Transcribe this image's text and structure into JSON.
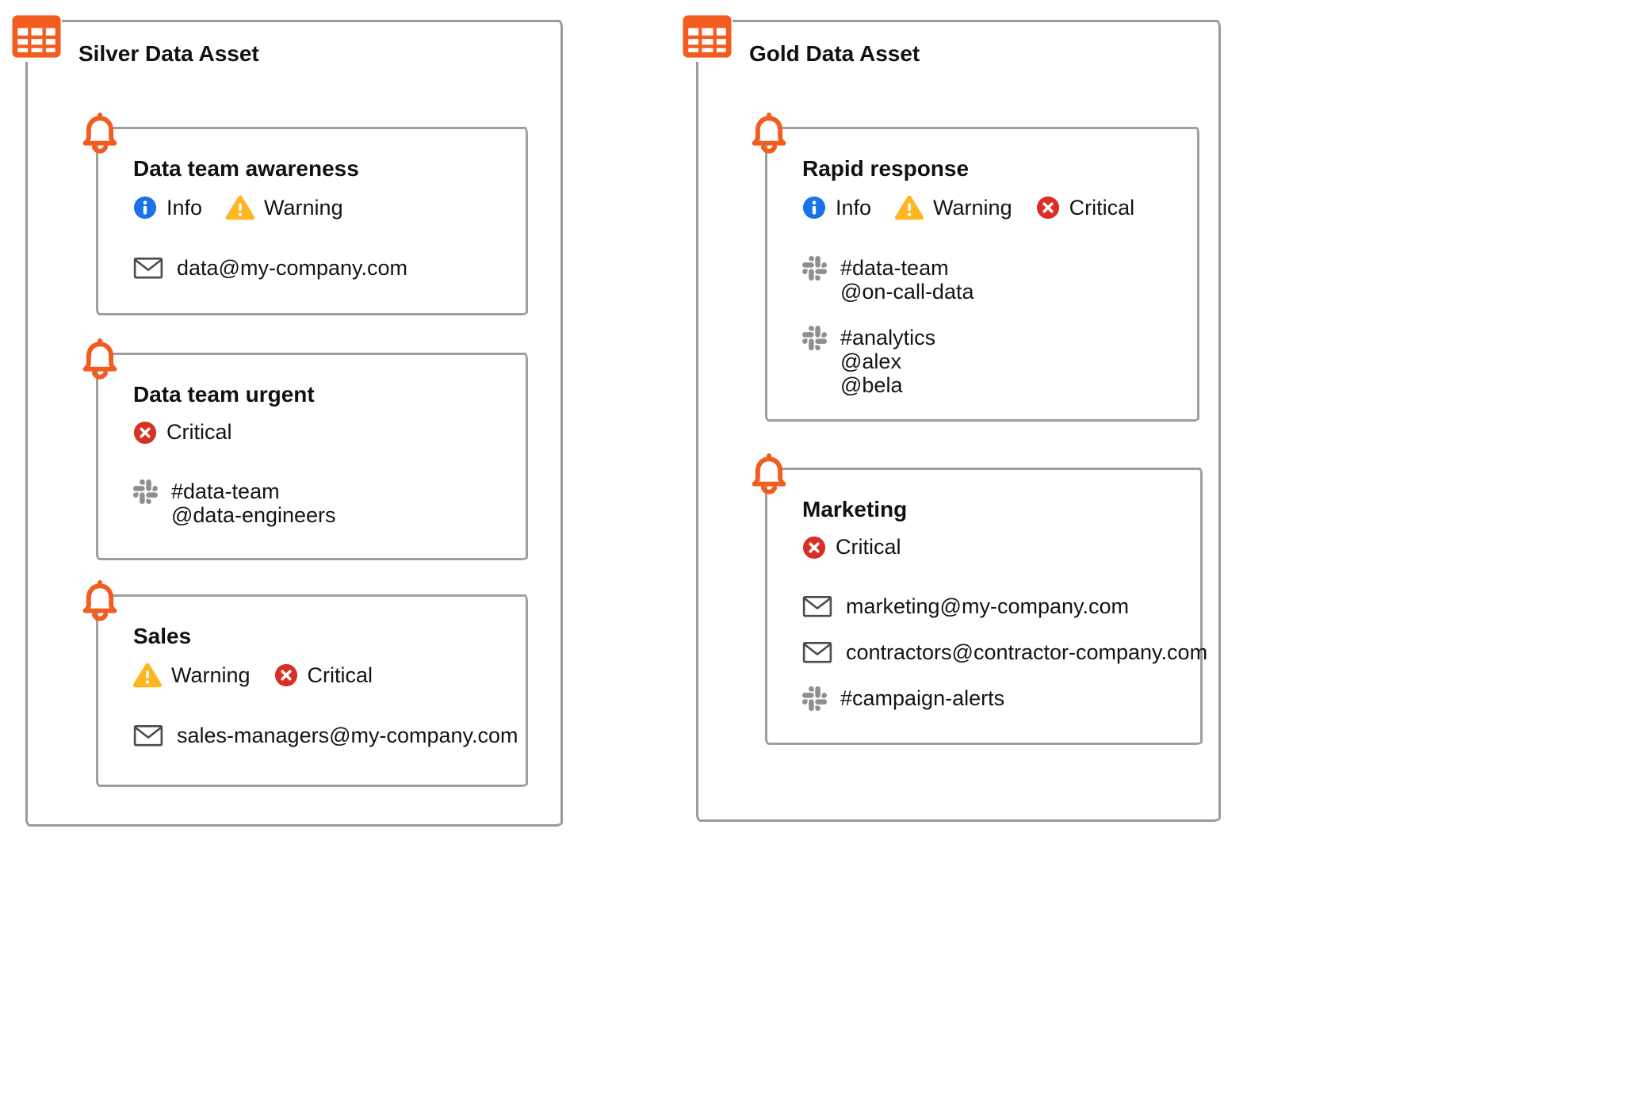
{
  "colors": {
    "accent_orange": "#F25C1F",
    "info_blue": "#1A73E8",
    "warning_yellow": "#FFB51F",
    "critical_red": "#D93025",
    "border_gray": "#9A9A9A",
    "slack_gray": "#8F8F8F",
    "text": "#141414"
  },
  "panels": [
    {
      "title": "Silver Data Asset",
      "icon": "table-icon",
      "cards": [
        {
          "title": "Data team awareness",
          "icon": "bell-icon",
          "severities": [
            {
              "type": "info",
              "label": "Info"
            },
            {
              "type": "warning",
              "label": "Warning"
            }
          ],
          "channels": [
            {
              "type": "email",
              "icon": "email-icon",
              "lines": [
                "data@my-company.com"
              ]
            }
          ]
        },
        {
          "title": "Data team urgent",
          "icon": "bell-icon",
          "severities": [
            {
              "type": "critical",
              "label": "Critical"
            }
          ],
          "channels": [
            {
              "type": "slack",
              "icon": "slack-icon",
              "lines": [
                "#data-team",
                "@data-engineers"
              ]
            }
          ]
        },
        {
          "title": "Sales",
          "icon": "bell-icon",
          "severities": [
            {
              "type": "warning",
              "label": "Warning"
            },
            {
              "type": "critical",
              "label": "Critical"
            }
          ],
          "channels": [
            {
              "type": "email",
              "icon": "email-icon",
              "lines": [
                "sales-managers@my-company.com"
              ]
            }
          ]
        }
      ]
    },
    {
      "title": "Gold Data Asset",
      "icon": "table-icon",
      "cards": [
        {
          "title": "Rapid response",
          "icon": "bell-icon",
          "severities": [
            {
              "type": "info",
              "label": "Info"
            },
            {
              "type": "warning",
              "label": "Warning"
            },
            {
              "type": "critical",
              "label": "Critical"
            }
          ],
          "channels": [
            {
              "type": "slack",
              "icon": "slack-icon",
              "lines": [
                "#data-team",
                "@on-call-data"
              ]
            },
            {
              "type": "slack",
              "icon": "slack-icon",
              "lines": [
                "#analytics",
                "@alex",
                "@bela"
              ]
            }
          ]
        },
        {
          "title": "Marketing",
          "icon": "bell-icon",
          "severities": [
            {
              "type": "critical",
              "label": "Critical"
            }
          ],
          "channels": [
            {
              "type": "email",
              "icon": "email-icon",
              "lines": [
                "marketing@my-company.com"
              ]
            },
            {
              "type": "email",
              "icon": "email-icon",
              "lines": [
                "contractors@contractor-company.com"
              ]
            },
            {
              "type": "slack",
              "icon": "slack-icon",
              "lines": [
                "#campaign-alerts"
              ]
            }
          ]
        }
      ]
    }
  ]
}
